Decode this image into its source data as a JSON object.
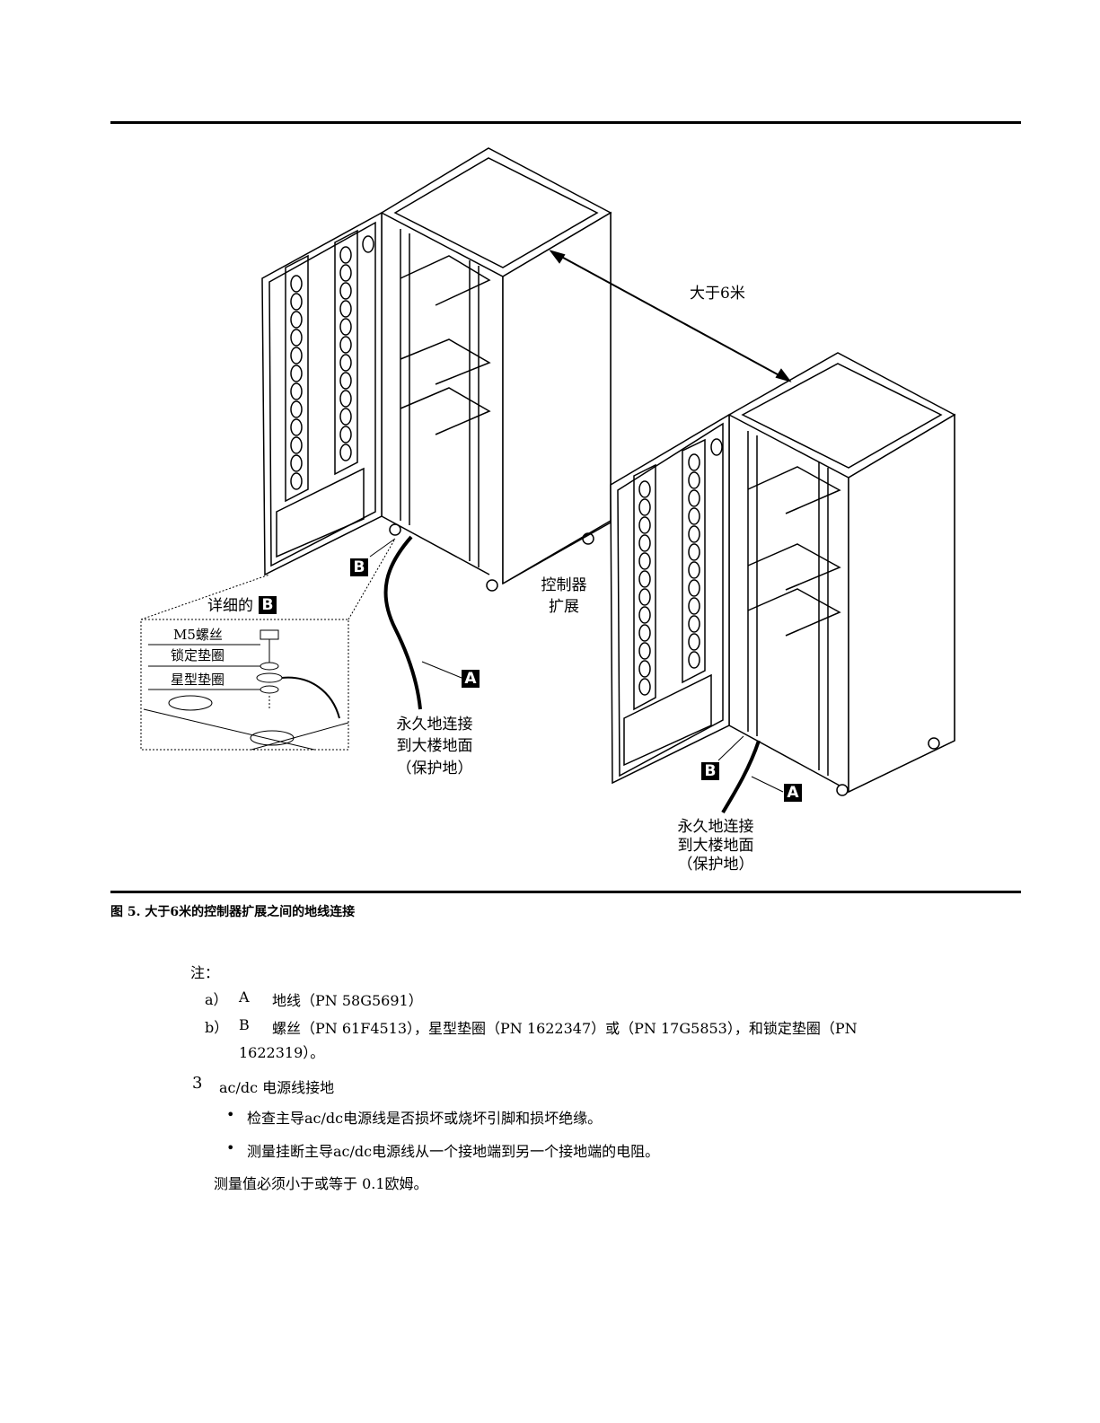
{
  "figure": {
    "distance_label": "大于6米",
    "controller_label_1": "控制器",
    "controller_label_2": "扩展",
    "detail_prefix": "详细的",
    "badge_a": "A",
    "badge_b": "B",
    "detail_items": [
      "M5螺丝",
      "锁定垫圈",
      "星型垫圈"
    ],
    "ground_label_lines": [
      "永久地连接",
      "到大楼地面",
      "（保护地）"
    ]
  },
  "caption": "图 5. 大于6米的控制器扩展之间的地线连接",
  "notes": {
    "heading": "注：",
    "items": [
      {
        "marker": "a）",
        "ref": "A",
        "text": "地线（PN 58G5691）"
      },
      {
        "marker": "b）",
        "ref": "B",
        "text": "螺丝（PN 61F4513），星型垫圈（PN 1622347）或（PN 17G5853），和锁定垫圈（PN",
        "cont": "1622319）。"
      }
    ]
  },
  "step": {
    "number": "3",
    "title": "ac/dc 电源线接地",
    "bullets": [
      "检查主导ac/dc电源线是否损坏或烧坏引脚和损坏绝缘。",
      "测量挂断主导ac/dc电源线从一个接地端到另一个接地端的电阻。"
    ],
    "result": "测量值必须小于或等于 0.1欧姆。"
  }
}
